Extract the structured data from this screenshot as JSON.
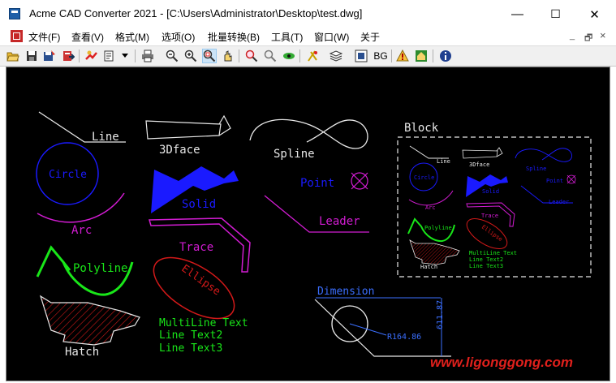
{
  "window": {
    "title": "Acme CAD Converter 2021 - [C:\\Users\\Administrator\\Desktop\\test.dwg]",
    "minimize_glyph": "—",
    "maximize_glyph": "☐",
    "close_glyph": "✕"
  },
  "menu": {
    "items": [
      "文件(F)",
      "查看(V)",
      "格式(M)",
      "选项(O)",
      "批量转换(B)",
      "工具(T)",
      "窗口(W)",
      "关于"
    ],
    "mdi_min": "_",
    "mdi_restore": "🗗",
    "mdi_close": "×"
  },
  "toolbar": {
    "bg_label": "BG",
    "icons": [
      "open-icon",
      "save-icon",
      "save-as-icon",
      "export-icon",
      "convert-icon",
      "document-icon",
      "dropdown-arrow-icon",
      "print-icon",
      "zoom-out-icon",
      "zoom-in-icon",
      "zoom-window-icon",
      "pan-icon",
      "zoom-realtime-icon",
      "zoom-extents-icon",
      "eye-icon",
      "regen-icon",
      "layers-icon",
      "frame-icon",
      "bg-icon",
      "warning-icon",
      "home-icon",
      "info-icon"
    ]
  },
  "drawing": {
    "line_label": "Line",
    "face_label": "3Dface",
    "spline_label": "Spline",
    "block_label": "Block",
    "circle_label": "Circle",
    "point_label": "Point",
    "solid_label": "Solid",
    "leader_label": "Leader",
    "arc_label": "Arc",
    "trace_label": "Trace",
    "polyline_label": "Polyline",
    "ellipse_label": "Ellipse",
    "dimension_label": "Dimension",
    "multiline_lines": [
      "MultiLine Text",
      "Line Text2",
      "Line Text3"
    ],
    "hatch_label": "Hatch",
    "radius_label": "R164.86",
    "dim_value": "611.87",
    "mini": {
      "line": "Line",
      "face": "3Dface",
      "spline": "Spline",
      "circle": "Circle",
      "solid": "Solid",
      "point": "Point",
      "leader": "Leader",
      "arc": "Arc",
      "trace": "Trace",
      "polyline": "Polyline",
      "ellipse": "Ellipse",
      "hatch": "Hatch",
      "multiline_lines": [
        "MultiLine Text",
        "Line Text2",
        "Line Text3"
      ]
    },
    "colors": {
      "background": "#000000",
      "white": "#e8e8e8",
      "blue": "#1a1aff",
      "magenta": "#d21cd2",
      "green": "#19e619",
      "red": "#d21919",
      "yellow_dim": "#e6e619",
      "cyan_dim": "#3b6fff"
    }
  },
  "watermark": "www.ligonggong.com"
}
